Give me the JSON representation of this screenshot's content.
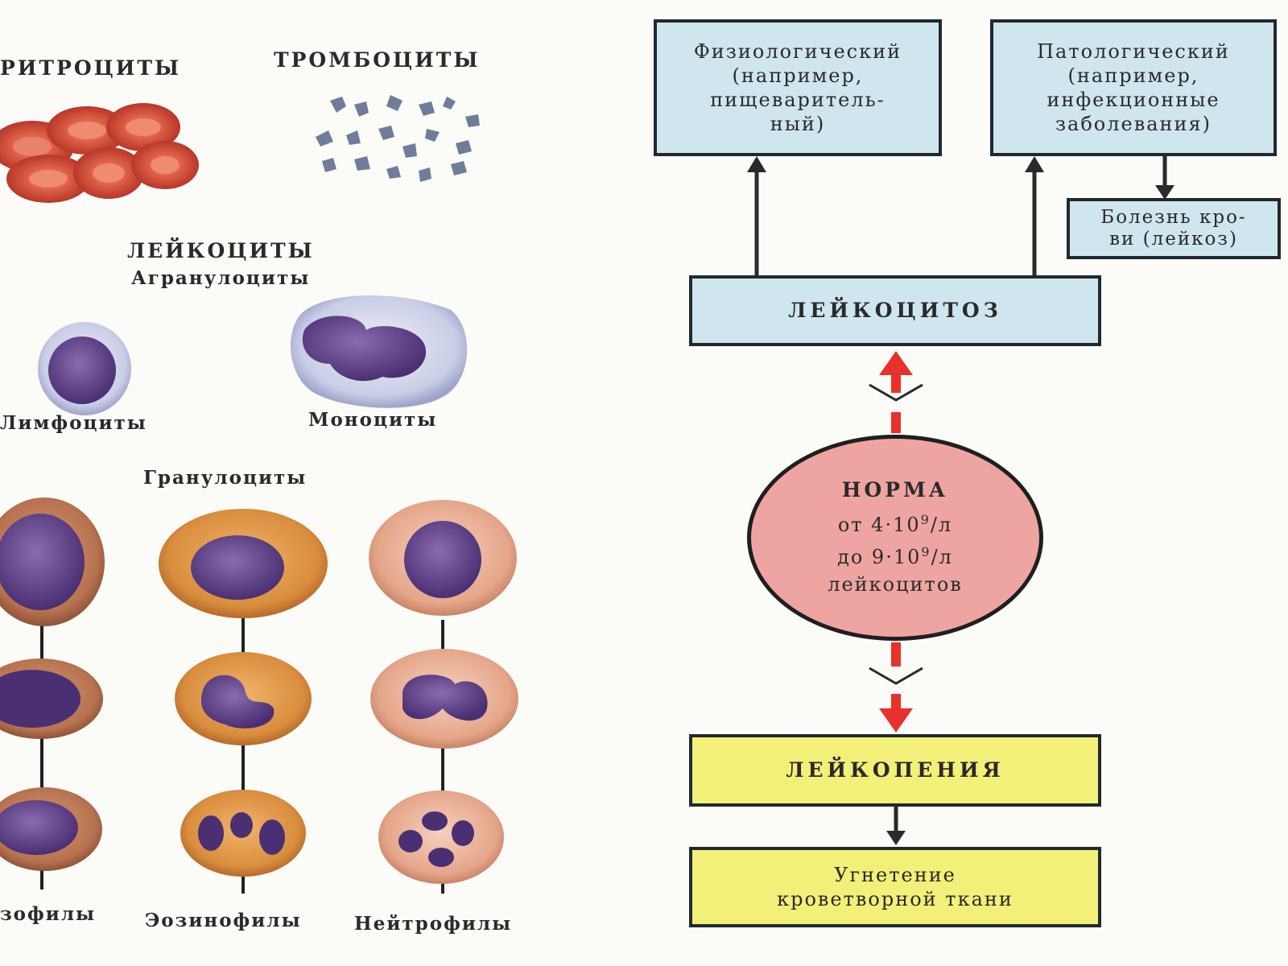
{
  "left": {
    "erythrocytes": "РИТРОЦИТЫ",
    "thrombocytes": "ТРОМБОЦИТЫ",
    "leukocytes": "ЛЕЙКОЦИТЫ",
    "agranulocytes": "Агранулоциты",
    "lymphocytes": "Лимфоциты",
    "monocytes": "Моноциты",
    "granulocytes": "Гранулоциты",
    "basophils": "зофилы",
    "eosinophils": "Эозинофилы",
    "neutrophils": "Нейтрофилы"
  },
  "diagram": {
    "physiological": [
      "Физиологический",
      "(например,",
      "пищеваритель-",
      "ный)"
    ],
    "pathological": [
      "Патологический",
      "(например,",
      "инфекционные",
      "заболевания)"
    ],
    "blood_disease": [
      "Болезнь кро-",
      "ви (лейкоз)"
    ],
    "leukocytosis": "ЛЕЙКОЦИТОЗ",
    "norm_title": "НОРМА",
    "norm_from": "от 4·10",
    "norm_to": "до 9·10",
    "norm_exp": "9",
    "norm_unit": "/л",
    "norm_cells": "лейкоцитов",
    "leukopenia": "ЛЕЙКОПЕНИЯ",
    "suppression": [
      "Угнетение",
      "кроветворной ткани"
    ]
  },
  "colors": {
    "blue_box": "#cfe6ef",
    "yellow_box": "#f3f07a",
    "norm_circle": "#eea5a2",
    "red_arrow": "#e8312a",
    "erythrocyte": "#d9553c",
    "nucleus": "#5a3d86"
  }
}
